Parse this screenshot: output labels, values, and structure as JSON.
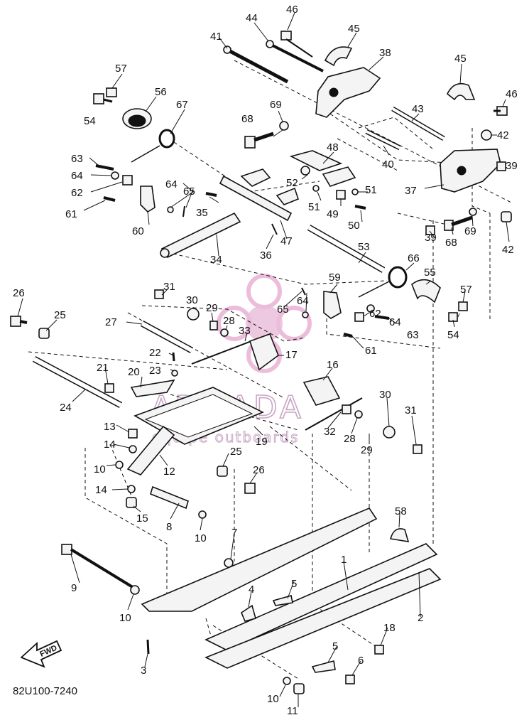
{
  "diagram": {
    "code": "82U100-7240",
    "fwd_label": "FWD",
    "watermark": {
      "brand": "ARMADA",
      "tagline": "equipe outboards"
    },
    "labels": [
      {
        "id": "l41",
        "text": "41"
      },
      {
        "id": "l44",
        "text": "44"
      },
      {
        "id": "l46a",
        "text": "46"
      },
      {
        "id": "l45a",
        "text": "45"
      },
      {
        "id": "l38",
        "text": "38"
      },
      {
        "id": "l45b",
        "text": "45"
      },
      {
        "id": "l46b",
        "text": "46"
      },
      {
        "id": "l57a",
        "text": "57"
      },
      {
        "id": "l56",
        "text": "56"
      },
      {
        "id": "l54a",
        "text": "54"
      },
      {
        "id": "l67",
        "text": "67"
      },
      {
        "id": "l68a",
        "text": "68"
      },
      {
        "id": "l69a",
        "text": "69"
      },
      {
        "id": "l43",
        "text": "43"
      },
      {
        "id": "l42a",
        "text": "42"
      },
      {
        "id": "l48",
        "text": "48"
      },
      {
        "id": "l40",
        "text": "40"
      },
      {
        "id": "l39a",
        "text": "39"
      },
      {
        "id": "l63a",
        "text": "63"
      },
      {
        "id": "l64a",
        "text": "64"
      },
      {
        "id": "l62a",
        "text": "62"
      },
      {
        "id": "l61a",
        "text": "61"
      },
      {
        "id": "l64b",
        "text": "64"
      },
      {
        "id": "l65a",
        "text": "65"
      },
      {
        "id": "l35",
        "text": "35"
      },
      {
        "id": "l52",
        "text": "52"
      },
      {
        "id": "l51a",
        "text": "51"
      },
      {
        "id": "l51b",
        "text": "51"
      },
      {
        "id": "l49",
        "text": "49"
      },
      {
        "id": "l50",
        "text": "50"
      },
      {
        "id": "l37",
        "text": "37"
      },
      {
        "id": "l60",
        "text": "60"
      },
      {
        "id": "l47",
        "text": "47"
      },
      {
        "id": "l36",
        "text": "36"
      },
      {
        "id": "l39b",
        "text": "39"
      },
      {
        "id": "l68b",
        "text": "68"
      },
      {
        "id": "l69b",
        "text": "69"
      },
      {
        "id": "l42b",
        "text": "42"
      },
      {
        "id": "l34",
        "text": "34"
      },
      {
        "id": "l53",
        "text": "53"
      },
      {
        "id": "l66",
        "text": "66"
      },
      {
        "id": "l55",
        "text": "55"
      },
      {
        "id": "l59",
        "text": "59"
      },
      {
        "id": "l57b",
        "text": "57"
      },
      {
        "id": "l26a",
        "text": "26"
      },
      {
        "id": "l31a",
        "text": "31"
      },
      {
        "id": "l30a",
        "text": "30"
      },
      {
        "id": "l29a",
        "text": "29"
      },
      {
        "id": "l28a",
        "text": "28"
      },
      {
        "id": "l65b",
        "text": "65"
      },
      {
        "id": "l64c",
        "text": "64"
      },
      {
        "id": "l62b",
        "text": "62"
      },
      {
        "id": "l64d",
        "text": "64"
      },
      {
        "id": "l63b",
        "text": "63"
      },
      {
        "id": "l54b",
        "text": "54"
      },
      {
        "id": "l25a",
        "text": "25"
      },
      {
        "id": "l27",
        "text": "27"
      },
      {
        "id": "l33",
        "text": "33"
      },
      {
        "id": "l61b",
        "text": "61"
      },
      {
        "id": "l22",
        "text": "22"
      },
      {
        "id": "l17",
        "text": "17"
      },
      {
        "id": "l21",
        "text": "21"
      },
      {
        "id": "l20",
        "text": "20"
      },
      {
        "id": "l23",
        "text": "23"
      },
      {
        "id": "l16",
        "text": "16"
      },
      {
        "id": "l24",
        "text": "24"
      },
      {
        "id": "l30b",
        "text": "30"
      },
      {
        "id": "l31b",
        "text": "31"
      },
      {
        "id": "l13",
        "text": "13"
      },
      {
        "id": "l32",
        "text": "32"
      },
      {
        "id": "l28b",
        "text": "28"
      },
      {
        "id": "l19",
        "text": "19"
      },
      {
        "id": "l29b",
        "text": "29"
      },
      {
        "id": "l14a",
        "text": "14"
      },
      {
        "id": "l10a",
        "text": "10"
      },
      {
        "id": "l12",
        "text": "12"
      },
      {
        "id": "l25b",
        "text": "25"
      },
      {
        "id": "l26b",
        "text": "26"
      },
      {
        "id": "l14b",
        "text": "14"
      },
      {
        "id": "l15",
        "text": "15"
      },
      {
        "id": "l8",
        "text": "8"
      },
      {
        "id": "l10b",
        "text": "10"
      },
      {
        "id": "l58",
        "text": "58"
      },
      {
        "id": "l7",
        "text": "7"
      },
      {
        "id": "l9",
        "text": "9"
      },
      {
        "id": "l1",
        "text": "1"
      },
      {
        "id": "l5a",
        "text": "5"
      },
      {
        "id": "l2",
        "text": "2"
      },
      {
        "id": "l10c",
        "text": "10"
      },
      {
        "id": "l4",
        "text": "4"
      },
      {
        "id": "l18",
        "text": "18"
      },
      {
        "id": "l3",
        "text": "3"
      },
      {
        "id": "l5b",
        "text": "5"
      },
      {
        "id": "l6",
        "text": "6"
      },
      {
        "id": "l10d",
        "text": "10"
      },
      {
        "id": "l11",
        "text": "11"
      }
    ]
  }
}
